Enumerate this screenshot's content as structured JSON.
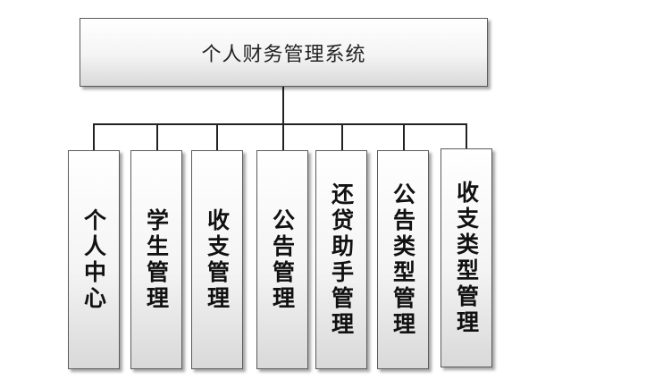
{
  "root": {
    "label": "个人财务管理系统"
  },
  "modules": [
    {
      "label": "个人中心"
    },
    {
      "label": "学生管理"
    },
    {
      "label": "收支管理"
    },
    {
      "label": "公告管理"
    },
    {
      "label": "还贷助手管理"
    },
    {
      "label": "公告类型管理"
    },
    {
      "label": "收支类型管理"
    }
  ]
}
